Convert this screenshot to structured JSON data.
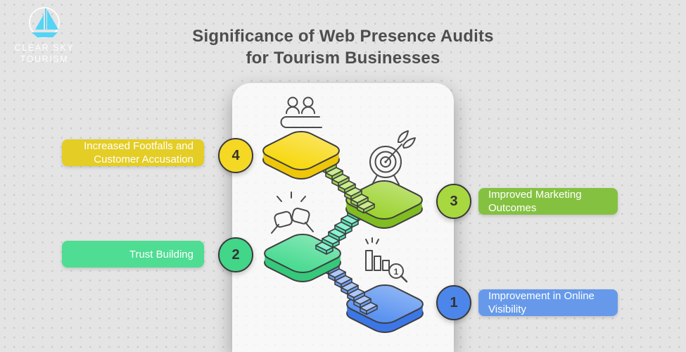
{
  "logo": {
    "name_line1": "CLEAR SKY",
    "name_line2": "TOURISM",
    "icon": "sailboat-icon",
    "icon_color": "#55d4f6"
  },
  "title": {
    "line1": "Significance of Web Presence Audits",
    "line2": "for Tourism Businesses"
  },
  "steps": [
    {
      "number": "1",
      "lines": [
        "Improvement in Online",
        "Visibility"
      ],
      "side": "right",
      "pill_color": "#6699ea",
      "circle_color": "#4c86ea"
    },
    {
      "number": "2",
      "lines": [
        "Trust Building",
        ""
      ],
      "side": "left",
      "pill_color": "#4edd92",
      "circle_color": "#42d689"
    },
    {
      "number": "3",
      "lines": [
        "Improved Marketing",
        "Outcomes"
      ],
      "side": "right",
      "pill_color": "#85c141",
      "circle_color": "#a8d83f"
    },
    {
      "number": "4",
      "lines": [
        "Increased Footfalls and",
        "Customer Accusation"
      ],
      "side": "left",
      "pill_color": "#e4cd25",
      "circle_color": "#f5d823"
    }
  ],
  "illustration": {
    "icons": [
      "bar-chart-search-icon",
      "fist-bump-icon",
      "target-dart-icon",
      "people-counter-icon"
    ],
    "magnifier_digit": "1",
    "colors": {
      "outline": "#3f3f3f",
      "icon_stroke": "#4a4a4a",
      "yellow_top": "#f7d914",
      "yellow_side": "#eec70a",
      "lime_top": "#9fd435",
      "lime_side": "#7fbd22",
      "emerald_top": "#4cdb93",
      "emerald_side": "#36c87b",
      "blue_top": "#5b93f0",
      "blue_side": "#3c77e8",
      "stair_green_tread": "#cdeb90",
      "stair_green_riser": "#9ed455",
      "stair_teal_tread": "#8df0d2",
      "stair_teal_riser": "#52e0b2",
      "stair_blue_tread": "#aec8f8",
      "stair_blue_riser": "#6d9cf3"
    }
  },
  "background": {
    "base": "#e4e4e4",
    "dot": "#cbcbcb",
    "card": "#f8f8f8"
  }
}
